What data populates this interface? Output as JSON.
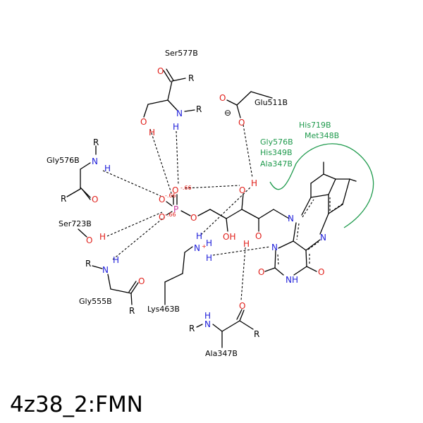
{
  "title": "4z38_2:FMN",
  "colors": {
    "bond": "#000000",
    "oxygen": "#e0201b",
    "nitrogen": "#1d1dd9",
    "phosphorus": "#c8379f",
    "hydrophobic": "#1e9a4c"
  },
  "residues": {
    "ser577": "Ser577B",
    "glu511": "Glu511B",
    "gly576_hb": "Gly576B",
    "ser723": "Ser723B",
    "gly555": "Gly555B",
    "lys463": "Lys463B",
    "ala347_hb": "Ala347B"
  },
  "hydrophobic_contacts": [
    "His719B",
    "Met348B",
    "Gly576B",
    "His349B",
    "Ala347B"
  ],
  "charges": {
    "o_upper": "-.66",
    "o_left": "-.66",
    "o_lower": "-.66"
  },
  "atoms": {
    "O": "O",
    "N": "N",
    "H": "H",
    "P": "P",
    "R": "R",
    "NH": "NH",
    "OH": "OH",
    "N_plus": "N",
    "plus": "+",
    "minus_sign": "⊖"
  }
}
